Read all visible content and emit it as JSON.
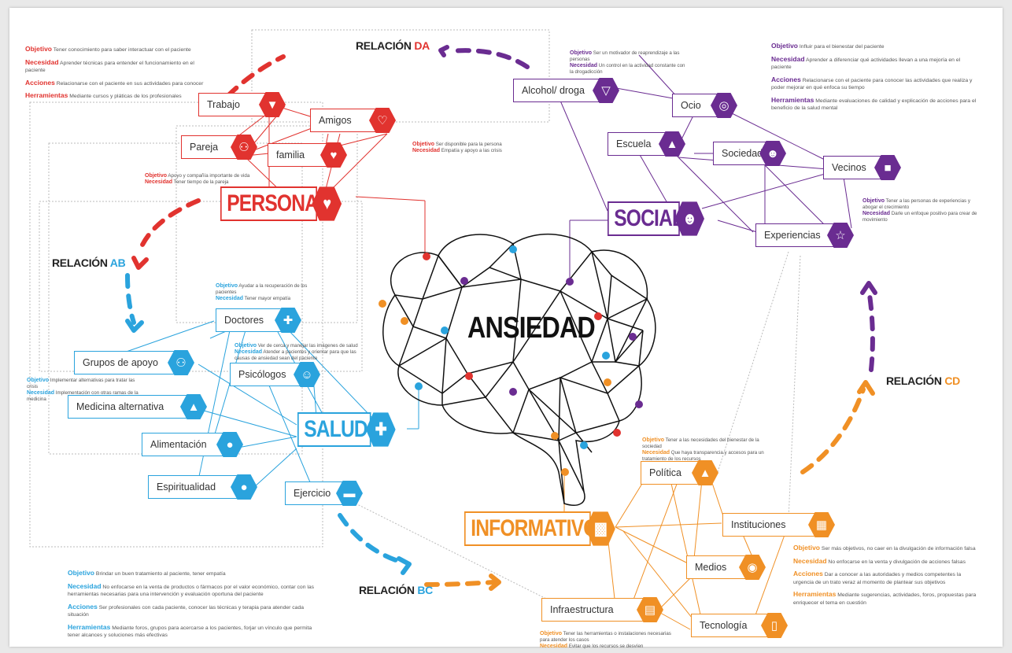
{
  "title": "ANSIEDAD",
  "colors": {
    "personal": "#e1332f",
    "social": "#6a2c91",
    "salud": "#2aa3dd",
    "informativo": "#f09025"
  },
  "relations": {
    "da": {
      "prefix": "RELACIÓN ",
      "letters": "DA"
    },
    "ab": {
      "prefix": "RELACIÓN ",
      "letters": "AB"
    },
    "bc": {
      "prefix": "RELACIÓN ",
      "letters": "BC"
    },
    "cd": {
      "prefix": "RELACIÓN ",
      "letters": "CD"
    }
  },
  "personal": {
    "label": "PERSONAL",
    "icon": "hand-heart-icon",
    "nodes": [
      {
        "label": "Trabajo",
        "icon": "tie-icon"
      },
      {
        "label": "Amigos",
        "icon": "heart-icon"
      },
      {
        "label": "Pareja",
        "icon": "couple-icon"
      },
      {
        "label": "familia",
        "icon": "hands-icon"
      }
    ],
    "info": {
      "objetivo_k": "Objetivo",
      "objetivo_v": "Tener conocimiento para saber interactuar con el paciente",
      "necesidad_k": "Necesidad",
      "necesidad_v": "Aprender técnicas para entender el funcionamiento en el paciente",
      "acciones_k": "Acciones",
      "acciones_v": "Relacionarse con el paciente en sus actividades para conocer",
      "herramientas_k": "Herramientas",
      "herramientas_v": "Mediante cursos y pláticas de los profesionales"
    },
    "note_pareja": {
      "objetivo_k": "Objetivo",
      "objetivo_v": "Apoyo y compañía importante de vida",
      "necesidad_k": "Necesidad",
      "necesidad_v": "Tener tiempo de la pareja"
    },
    "note_amigos": {
      "objetivo_k": "Objetivo",
      "objetivo_v": "Ser disponible para la persona",
      "necesidad_k": "Necesidad",
      "necesidad_v": "Empatía y apoyo a las crisis"
    }
  },
  "social": {
    "label": "SOCIAL",
    "icon": "group-icon",
    "nodes": [
      {
        "label": "Alcohol/ droga",
        "icon": "cocktail-icon"
      },
      {
        "label": "Ocio",
        "icon": "target-icon"
      },
      {
        "label": "Escuela",
        "icon": "graduation-cap-icon"
      },
      {
        "label": "Sociedad",
        "icon": "people-icon"
      },
      {
        "label": "Vecinos",
        "icon": "neighbors-icon"
      },
      {
        "label": "Experiencias",
        "icon": "star-icon"
      }
    ],
    "info": {
      "objetivo_k": "Objetivo",
      "objetivo_v": "Influir para el bienestar del paciente",
      "necesidad_k": "Necesidad",
      "necesidad_v": "Aprender a diferenciar qué actividades llevan a una mejoría en el paciente",
      "acciones_k": "Acciones",
      "acciones_v": "Relacionarse con el paciente para conocer las actividades que realiza y poder mejorar en qué enfoca su tiempo",
      "herramientas_k": "Herramientas",
      "herramientas_v": "Mediante evaluaciones de calidad y explicación de acciones para el beneficio de la salud mental"
    },
    "note_alcohol": {
      "objetivo_k": "Objetivo",
      "objetivo_v": "Ser un motivador de reaprendizaje a las personas",
      "necesidad_k": "Necesidad",
      "necesidad_v": "Un control en la actividad constante con la drogadicción"
    },
    "note_experiencias": {
      "objetivo_k": "Objetivo",
      "objetivo_v": "Tener a las personas de experiencias y abogar el crecimiento",
      "necesidad_k": "Necesidad",
      "necesidad_v": "Darle un enfoque positivo para crear de movimiento"
    }
  },
  "salud": {
    "label": "SALUD",
    "icon": "medical-kit-icon",
    "nodes": [
      {
        "label": "Doctores",
        "icon": "medical-cross-icon"
      },
      {
        "label": "Grupos de apoyo",
        "icon": "support-group-icon"
      },
      {
        "label": "Psicólogos",
        "icon": "head-icon"
      },
      {
        "label": "Medicina alternativa",
        "icon": "bottle-icon"
      },
      {
        "label": "Alimentación",
        "icon": "apple-icon"
      },
      {
        "label": "Espiritualidad",
        "icon": "candle-icon"
      },
      {
        "label": "Ejercicio",
        "icon": "dumbbell-icon"
      }
    ],
    "info": {
      "objetivo_k": "Objetivo",
      "objetivo_v": "Brindar un buen tratamiento al paciente, tener empatía",
      "necesidad_k": "Necesidad",
      "necesidad_v": "No enfocarse en la venta de productos o fármacos por el valor económico, contar con las herramientas necesarias para una intervención y evaluación oportuna del paciente",
      "acciones_k": "Acciones",
      "acciones_v": "Ser profesionales con cada paciente, conocer las técnicas y terapia para atender cada situación",
      "herramientas_k": "Herramientas",
      "herramientas_v": "Mediante foros, grupos para acercarse a los pacientes, forjar un vínculo que permita tener alcances y soluciones más efectivas"
    },
    "note_doctores": {
      "objetivo_k": "Objetivo",
      "objetivo_v": "Ayudar a la recuperación de los pacientes",
      "necesidad_k": "Necesidad",
      "necesidad_v": "Tener mayor empatía"
    },
    "note_psicologos": {
      "objetivo_k": "Objetivo",
      "objetivo_v": "Ver de cerca y manejar las imágenes de salud",
      "necesidad_k": "Necesidad",
      "necesidad_v": "Atender a pacientes y orientar para que las causas de ansiedad sean del paciente"
    },
    "note_medicina": {
      "objetivo_k": "Objetivo",
      "objetivo_v": "Implementar alternativas para tratar las crisis",
      "necesidad_k": "Necesidad",
      "necesidad_v": "Implementación con otras ramas de la medicina"
    }
  },
  "informativo": {
    "label": "INFORMATIVO",
    "icon": "chat-icon",
    "nodes": [
      {
        "label": "Política",
        "icon": "podium-icon"
      },
      {
        "label": "Instituciones",
        "icon": "building-icon"
      },
      {
        "label": "Medios",
        "icon": "globe-icon"
      },
      {
        "label": "Infraestructura",
        "icon": "chart-icon"
      },
      {
        "label": "Tecnología",
        "icon": "phone-icon"
      }
    ],
    "info": {
      "objetivo_k": "Objetivo",
      "objetivo_v": "Ser más objetivos, no caer en la divulgación de información falsa",
      "necesidad_k": "Necesidad",
      "necesidad_v": "No enfocarse en la venta y divulgación de acciones falsas",
      "acciones_k": "Acciones",
      "acciones_v": "Dar a conocer a las autoridades y medios competentes la urgencia de un trato veraz al momento de plantear sus objetivos",
      "herramientas_k": "Herramientas",
      "herramientas_v": "Mediante sugerencias, actividades, foros, propuestas para enriquecer el tema en cuestión"
    },
    "note_politica": {
      "objetivo_k": "Objetivo",
      "objetivo_v": "Tener a las necesidades del bienestar de la sociedad",
      "necesidad_k": "Necesidad",
      "necesidad_v": "Que haya transparencia y accesos para un tratamiento de los recursos"
    },
    "note_infra": {
      "objetivo_k": "Objetivo",
      "objetivo_v": "Tener las herramientas o instalaciones necesarias para atender los casos",
      "necesidad_k": "Necesidad",
      "necesidad_v": "Evitar que los recursos se desvíen"
    }
  }
}
